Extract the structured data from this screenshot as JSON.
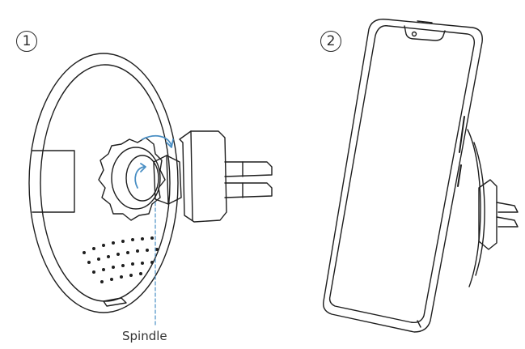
{
  "steps": [
    {
      "marker": "1"
    },
    {
      "marker": "2"
    }
  ],
  "callouts": {
    "spindle": "Spindle"
  },
  "colors": {
    "line": "#1e1e1e",
    "accent": "#4a8fc4",
    "background": "#ffffff"
  },
  "icons": {
    "rotate_arrow": "rotate-arrow-icon"
  }
}
